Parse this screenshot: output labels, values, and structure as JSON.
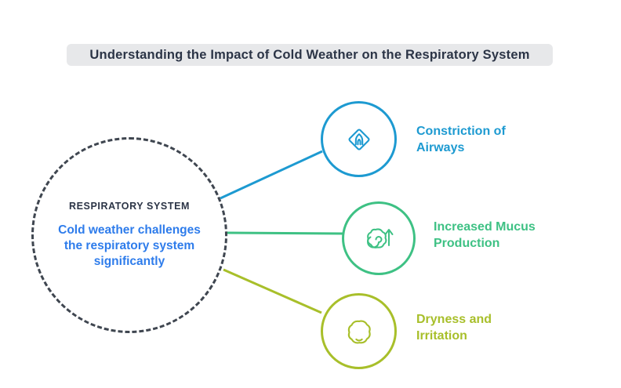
{
  "title": {
    "text": "Understanding the Impact of Cold Weather on the Respiratory System",
    "band_bg": "#e7e8ea",
    "text_color": "#2b3446"
  },
  "center_circle": {
    "heading": "RESPIRATORY SYSTEM",
    "description": "Cold weather challenges the respiratory system significantly",
    "heading_color": "#2b3446",
    "description_color": "#2e7ceb",
    "border_color": "#3f4650"
  },
  "branches": [
    {
      "label": "Constriction of Airways",
      "color": "#1d9ad1",
      "icon": "airway-constriction-diamond-icon"
    },
    {
      "label": "Increased Mucus Production",
      "color": "#3ec184",
      "icon": "mucus-swirl-arrow-up-icon"
    },
    {
      "label": "Dryness and Irritation",
      "color": "#a8bf2a",
      "icon": "dry-irritated-blob-icon"
    }
  ]
}
